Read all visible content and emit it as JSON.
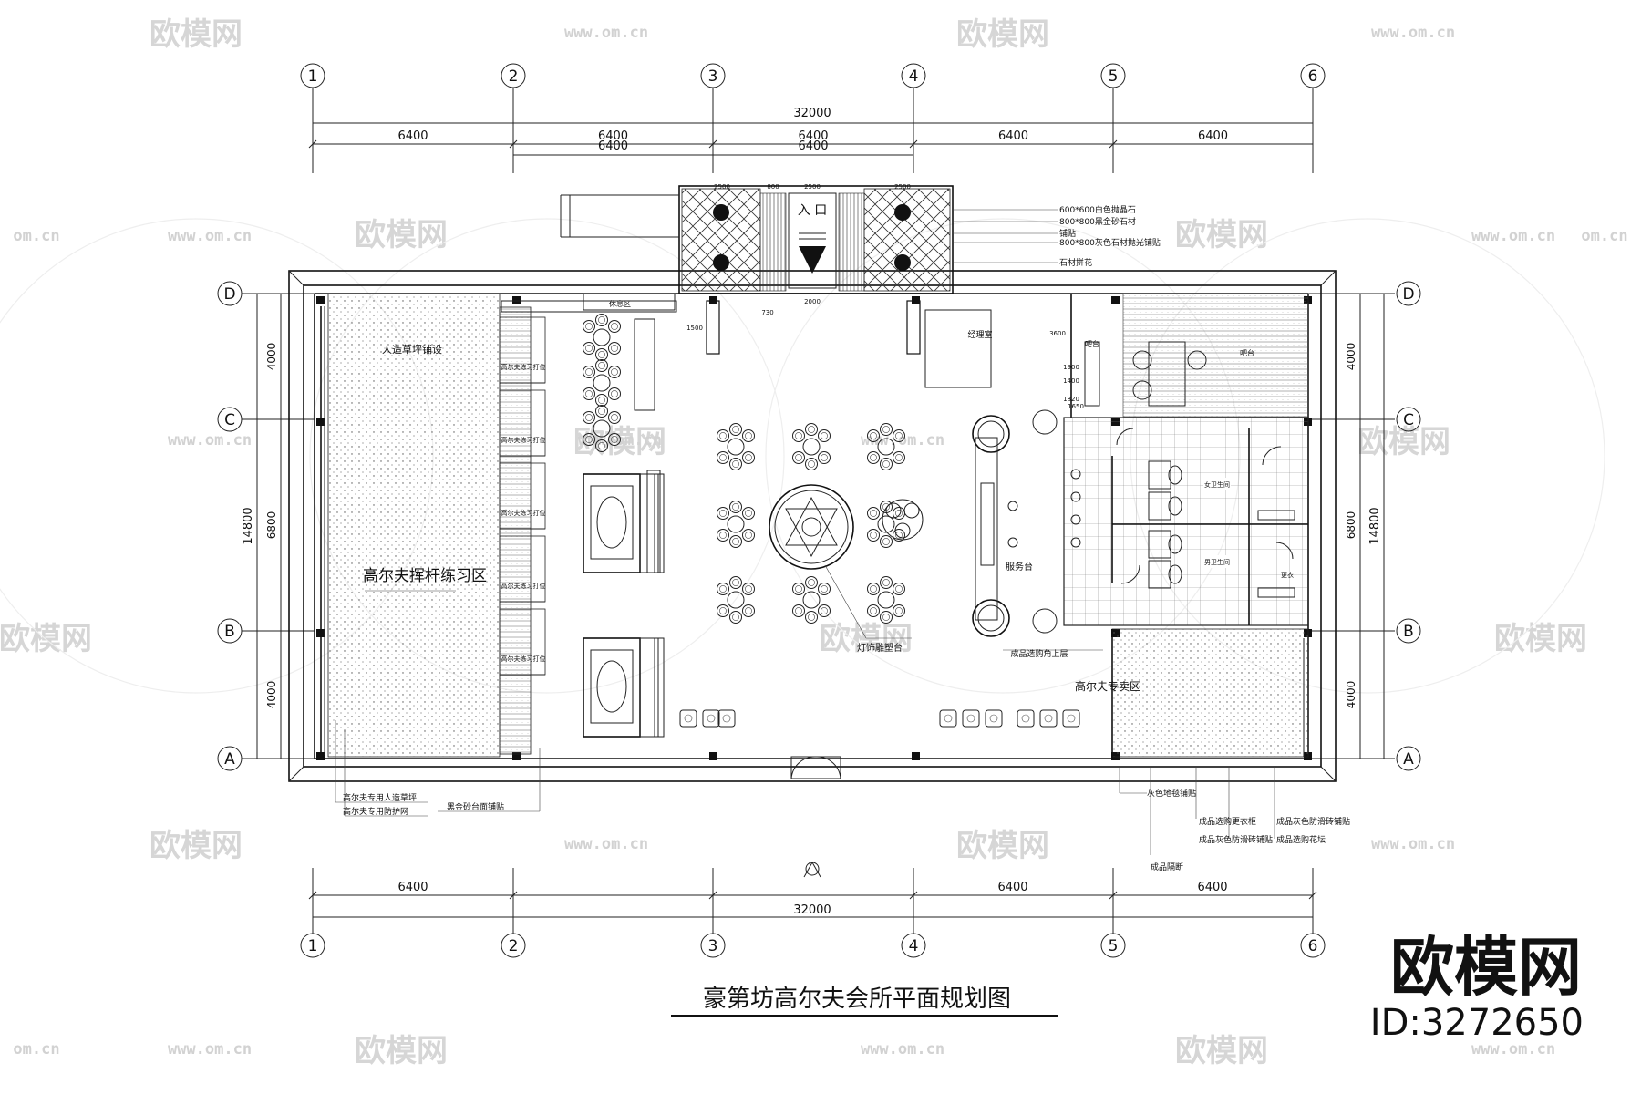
{
  "watermark": {
    "brand": "欧模网",
    "url": "www.om.cn",
    "url_short": "om.cn"
  },
  "grid": {
    "columns": [
      "1",
      "2",
      "3",
      "4",
      "5",
      "6"
    ],
    "rows": [
      "A",
      "B",
      "C",
      "D"
    ]
  },
  "dimensions": {
    "top_total": "32000",
    "top_spans": [
      "6400",
      "6400",
      "6400",
      "6400",
      "6400"
    ],
    "top_spans_overlap": [
      "6400",
      "6400"
    ],
    "bottom_total": "32000",
    "bottom_spans": [
      "6400",
      "6400",
      "6400"
    ],
    "left_spans": [
      "4000",
      "6800",
      "4000"
    ],
    "left_total": "14800",
    "right_spans": [
      "4000",
      "6800",
      "4000"
    ],
    "right_total": "14800",
    "entrance_small": [
      "2500",
      "800",
      "2500",
      "2500"
    ],
    "door_small": "2000",
    "misc_small": [
      "730",
      "1500",
      "1900",
      "1820",
      "1650",
      "1400",
      "3600"
    ]
  },
  "rooms": {
    "entrance": "入 口",
    "golf_practice": "高尔夫挥杆练习区",
    "artificial_turf": "人造草坪铺设",
    "service_desk": "服务台",
    "bar": "吧台",
    "office": "经理室",
    "shop": "高尔夫专卖区",
    "product_display": "成品选购角上层",
    "center_feature": "灯饰雕塑台",
    "wc_female": "女卫生间",
    "wc_male": "男卫生间",
    "changing_small": "更衣",
    "putting_bays": [
      "高尔夫练习打位",
      "高尔夫练习打位",
      "高尔夫练习打位",
      "高尔夫练习打位",
      "高尔夫练习打位"
    ],
    "side_label": "休息区"
  },
  "callouts_right": [
    "600*600白色抛晶石",
    "800*800黑金砂石材",
    "铺贴",
    "800*800灰色石材抛光铺贴",
    "石材拼花"
  ],
  "callouts_bottom_left": [
    "高尔夫专用人造草坪",
    "高尔夫专用防护网",
    "黑金砂台面铺贴"
  ],
  "callouts_bottom_right": [
    "灰色地毯铺贴",
    "成品选购更衣柜",
    "成品灰色防滑砖铺贴",
    "成品灰色防滑砖铺贴",
    "成品选购花坛",
    "成品隔断"
  ],
  "title": "豪第坊高尔夫会所平面规划图",
  "corner_logo": "欧模网",
  "corner_id": "ID:3272650"
}
